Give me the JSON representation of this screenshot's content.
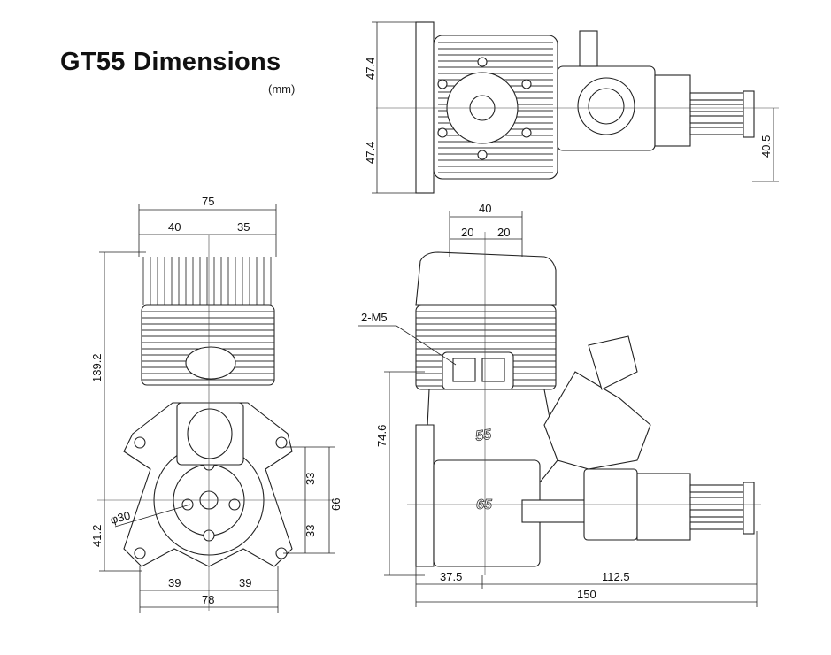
{
  "title": "GT55 Dimensions",
  "unit": "(mm)",
  "top_view": {
    "dims": {
      "upper_half": "47.4",
      "lower_half": "47.4",
      "mount_offset": "40.5"
    }
  },
  "front_view": {
    "dims": {
      "width_overall": "75",
      "width_left": "40",
      "width_right": "35",
      "height_upper": "139.2",
      "height_lower": "41.2",
      "bolt_upper": "33",
      "bolt_lower": "33",
      "bolt_span": "66",
      "base_left": "39",
      "base_right": "39",
      "base_total": "78",
      "hub_diameter": "φ30"
    }
  },
  "side_view": {
    "dims": {
      "head_width": "40",
      "head_left": "20",
      "head_right": "20",
      "thread_label": "2-M5",
      "height": "74.6",
      "front_length": "37.5",
      "rear_length": "112.5",
      "total_length": "150"
    }
  }
}
